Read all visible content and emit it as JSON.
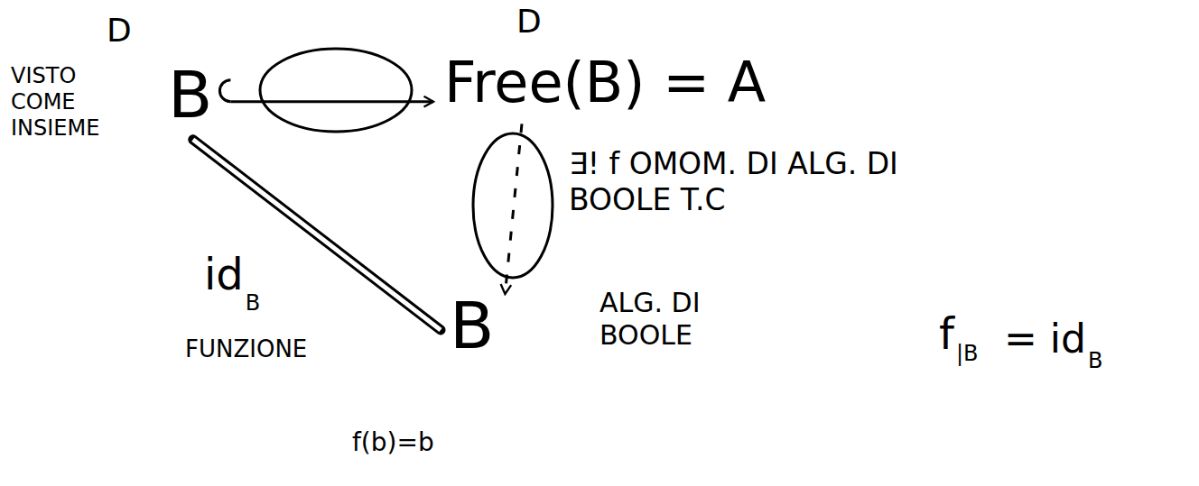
{
  "diagram": {
    "nodes": [
      {
        "text": [
          "B"
        ]
      },
      {
        "text": [
          "Free(B) = A"
        ]
      },
      {
        "text": [
          "B"
        ]
      }
    ],
    "edges": [
      {
        "from": 0,
        "to": 1,
        "arrow": "to"
      },
      {
        "from": 1,
        "to": 2,
        "arrow": "to"
      },
      {
        "from": 0,
        "to": 2,
        "label": "id",
        "arrow": "none"
      }
    ],
    "labels": [
      "D",
      "VISTO COME INSIEME",
      "D",
      "∃! f OMOM. DI ALG. DI BOOLE T.C",
      "ALG. DI BOOLE",
      "f",
      "|B",
      "= id",
      "B",
      "B",
      "FUNZIONE",
      "f(b)=b"
    ]
  }
}
